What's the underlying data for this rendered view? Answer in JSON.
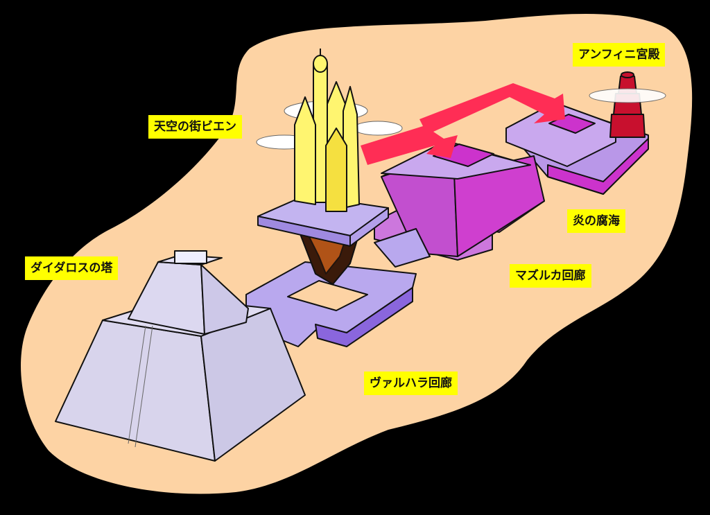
{
  "map": {
    "locations": [
      {
        "id": "amphini-palace",
        "label": "アンフィニ宮殿"
      },
      {
        "id": "sky-city-bien",
        "label": "天空の街ビエン"
      },
      {
        "id": "fire-sea",
        "label": "炎の腐海"
      },
      {
        "id": "mazurka-corridor",
        "label": "マズルカ回廊"
      },
      {
        "id": "daedalus-tower",
        "label": "ダイダロスの塔"
      },
      {
        "id": "valhalla-corridor",
        "label": "ヴァルハラ回廊"
      }
    ],
    "colors": {
      "background": "#000000",
      "land": "#fdd3a4",
      "label": "#ffff00",
      "arrow": "#ff2d55",
      "tower": "#d8d4ec",
      "corridor": "#b9a0e8",
      "magenta": "#cc33cc",
      "city": "#fff570",
      "palace": "#c8102e"
    }
  }
}
